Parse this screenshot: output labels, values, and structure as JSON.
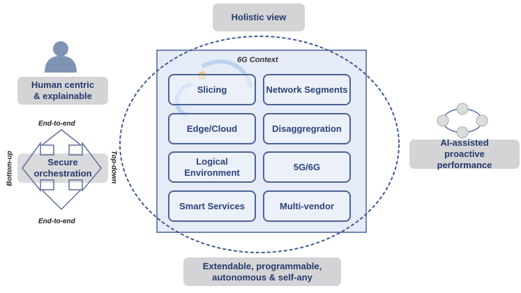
{
  "top_label": "Holistic view",
  "bottom_label": "Extendable, programmable, autonomous & self-any",
  "left": {
    "human_label": "Human centric & explainable",
    "orchestration_label": "Secure orchestration",
    "end_to_end_top": "End-to-end",
    "end_to_end_bottom": "End-to-end",
    "bottom_up": "Bottom-up",
    "top_down": "Top-down"
  },
  "right": {
    "ai_label": "AI-assisted proactive performance"
  },
  "context": {
    "title": "6G Context",
    "cells": [
      "Slicing",
      "Network Segments",
      "Edge/Cloud",
      "Disaggregration",
      "Logical Environment",
      "5G/6G",
      "Smart Services",
      "Multi-vendor"
    ]
  },
  "colors": {
    "box_grey": "#d4d4d6",
    "text_navy": "#243a6b",
    "border_blue": "#4a6296",
    "panel_fill": "#e3eaf6"
  }
}
